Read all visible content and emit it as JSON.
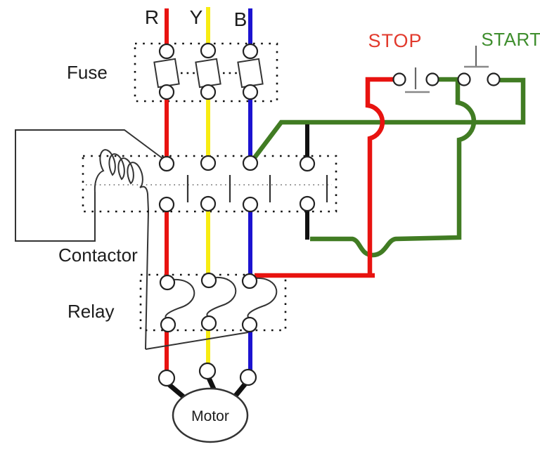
{
  "labels": {
    "phase_r": "R",
    "phase_y": "Y",
    "phase_b": "B",
    "fuse": "Fuse",
    "contactor": "Contactor",
    "relay": "Relay",
    "motor": "Motor",
    "stop": "STOP",
    "start": "START"
  },
  "colors": {
    "wire_red": "#e81310",
    "wire_yellow": "#f8ec12",
    "wire_blue": "#1c13d0",
    "wire_green": "#417c23",
    "wire_black": "#111111",
    "thin_line": "#333333",
    "stop_text": "#e23a2d",
    "start_text": "#3f8e2e",
    "terminal_stroke": "#222222"
  }
}
